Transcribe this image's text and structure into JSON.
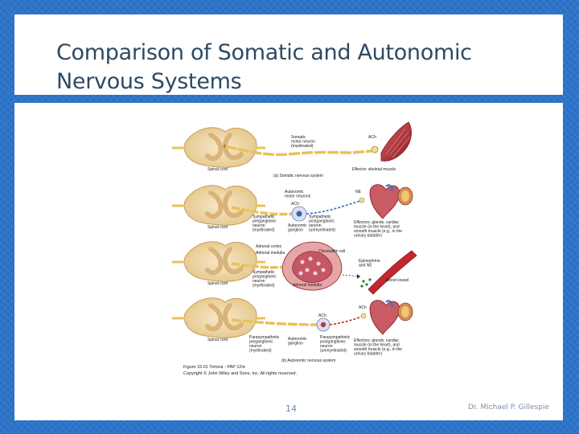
{
  "slide": {
    "title": "Comparison of Somatic and Autonomic Nervous Systems",
    "slide_number": "14",
    "footer": "Dr. Michael P. Gillespie"
  },
  "figure": {
    "panel_a": {
      "spinal_cord": "Spinal cord",
      "neuron": "Somatic motor neuron (myelinated)",
      "nt": "ACh",
      "effector": "Effector: skeletal muscle",
      "label": "(a) Somatic nervous system"
    },
    "panel_b1": {
      "spinal_cord": "Spinal cord",
      "motor_neurons": "Autonomic motor neurons",
      "ach": "ACh",
      "pre": "Sympathetic preganglionic neuron (myelinated)",
      "ganglion": "Autonomic ganglion",
      "post": "Sympathetic postganglionic neuron (unmyelinated)",
      "ne": "NE",
      "effector": "Effectors: glands, cardiac muscle (in the heart), and smooth muscle (e.g., in the urinary bladder)"
    },
    "panel_b2": {
      "spinal_cord": "Spinal cord",
      "cortex": "Adrenal cortex",
      "medulla_top": "Adrenal medulla",
      "chromaffin": "Chromaffin cell",
      "pre": "Sympathetic preganglionic neuron (myelinated)",
      "medulla_bottom": "Adrenal medulla",
      "epi": "Epinephrine and NE",
      "vessel": "Blood vessel"
    },
    "panel_b3": {
      "spinal_cord": "Spinal cord",
      "ach_top": "ACh",
      "ach_mid": "ACh",
      "pre": "Parasympathetic preganglionic neuron (myelinated)",
      "ganglion": "Autonomic ganglion",
      "post": "Parasympathetic postganglionic neuron (unmyelinated)",
      "effector": "Effectors: glands, cardiac muscle (in the heart), and smooth muscle (e.g., in the urinary bladder)",
      "label": "(b) Autonomic nervous system"
    },
    "caption_line1": "Figure 15.01  Tortora - PAP 12/e",
    "caption_line2": "Copyright © John Wiley and Sons, Inc. All rights reserved."
  },
  "colors": {
    "background": "#2d74c9",
    "title_text": "#2e4a63",
    "nerve_yellow": "#e8c25a",
    "muscle_red": "#b8343a",
    "blood_red": "#c4262e",
    "cord_tan": "#f2dcb8"
  }
}
